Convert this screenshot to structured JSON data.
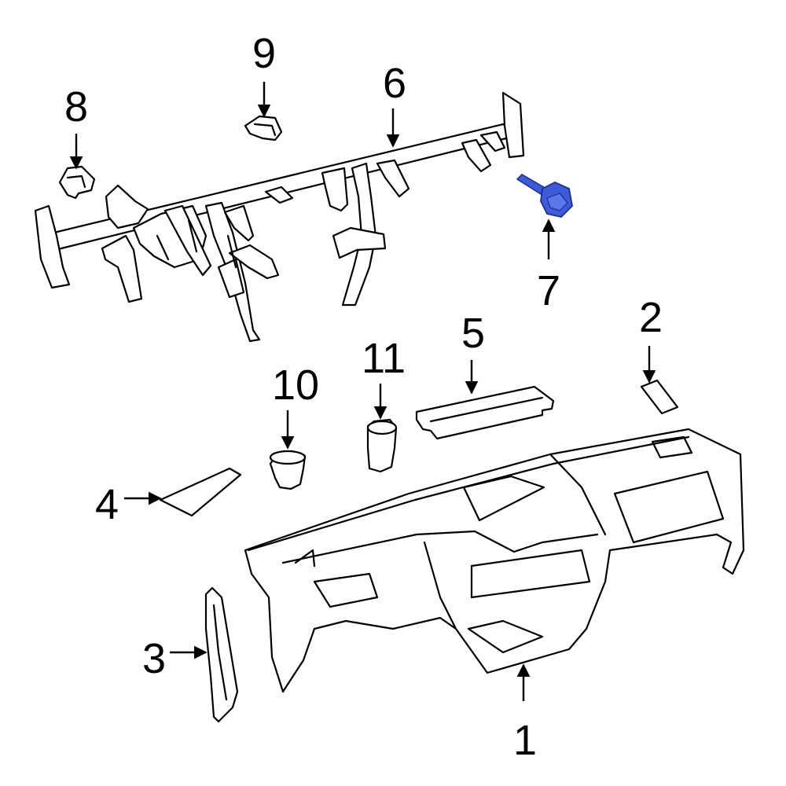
{
  "diagram": {
    "colors": {
      "line": "#000000",
      "background": "#ffffff",
      "highlight": "#3d5bd9",
      "highlight_dark": "#1c2f8f"
    },
    "callouts": [
      {
        "id": "1",
        "label": "1"
      },
      {
        "id": "2",
        "label": "2"
      },
      {
        "id": "3",
        "label": "3"
      },
      {
        "id": "4",
        "label": "4"
      },
      {
        "id": "5",
        "label": "5"
      },
      {
        "id": "6",
        "label": "6"
      },
      {
        "id": "7",
        "label": "7"
      },
      {
        "id": "8",
        "label": "8"
      },
      {
        "id": "9",
        "label": "9"
      },
      {
        "id": "10",
        "label": "10"
      },
      {
        "id": "11",
        "label": "11"
      }
    ],
    "highlighted_part": "7"
  }
}
